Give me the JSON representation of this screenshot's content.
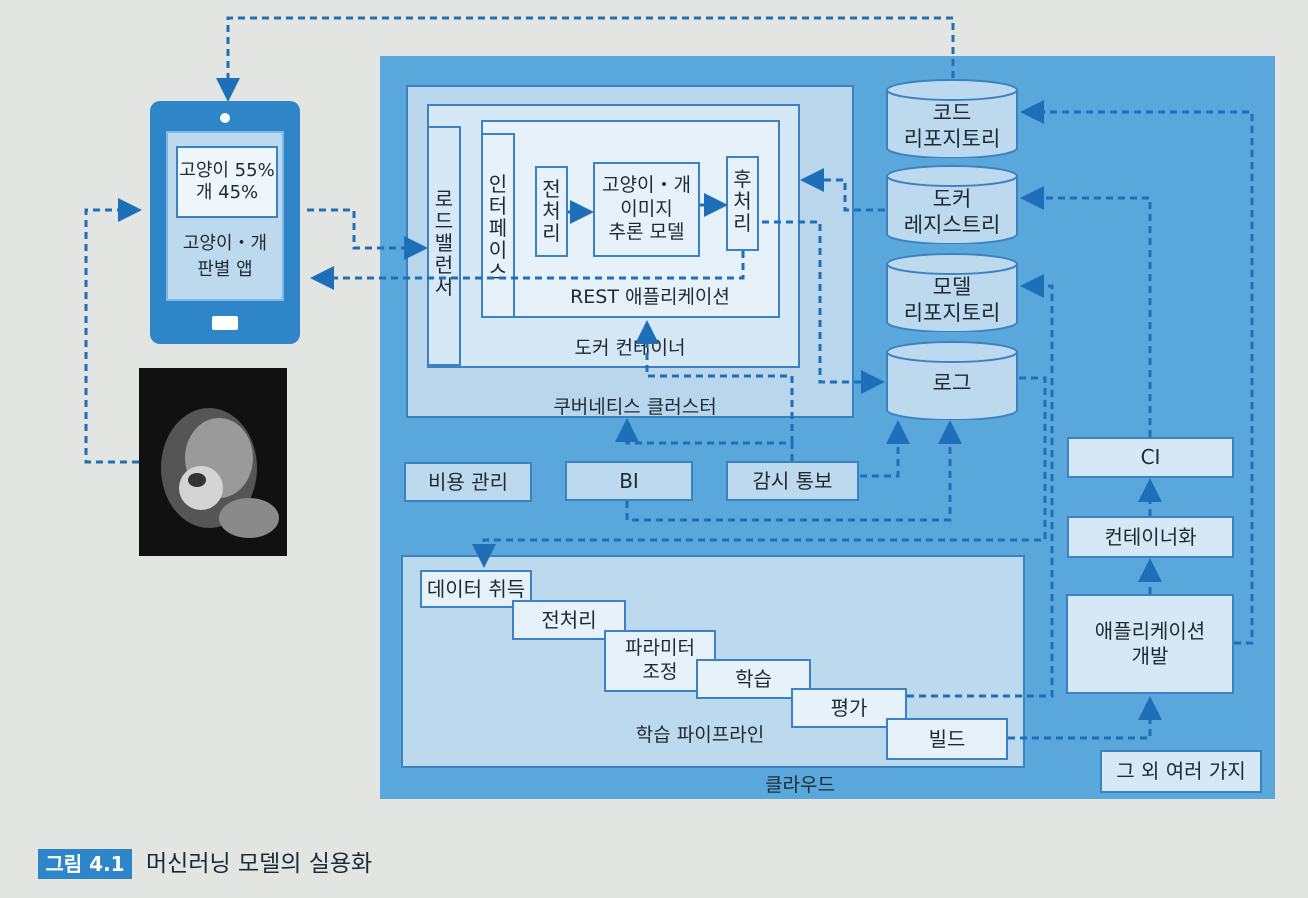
{
  "phone": {
    "screen_result": "고양이 55%\n개 45%",
    "app_name": "고양이・개\n판별 앱"
  },
  "cloud": {
    "label": "클라우드"
  },
  "k8s": {
    "label": "쿠버네티스 클러스터"
  },
  "docker": {
    "label": "도커 컨테이너"
  },
  "rest": {
    "label": "REST 애플리케이션"
  },
  "load_balancer": [
    "로",
    "드",
    "밸",
    "런",
    "서"
  ],
  "interface": [
    "인",
    "터",
    "페",
    "이",
    "스"
  ],
  "preprocess": [
    "전",
    "처",
    "리"
  ],
  "postprocess": [
    "후",
    "처",
    "리"
  ],
  "model_infer": "고양이・개\n이미지\n추론 모델",
  "repos": {
    "code": "코드\n리포지토리",
    "docker": "도커\n레지스트리",
    "model": "모델\n리포지토리",
    "log": "로그"
  },
  "ops": {
    "cost": "비용 관리",
    "bi": "BI",
    "monitor": "감시 통보"
  },
  "pipeline": {
    "label": "학습 파이프라인",
    "steps": [
      "데이터 취득",
      "전처리",
      "파라미터\n조정",
      "학습",
      "평가",
      "빌드"
    ]
  },
  "dev": {
    "ci": "CI",
    "containerize": "컨테이너화",
    "app_dev": "애플리케이션\n개발",
    "others": "그 외 여러 가지"
  },
  "caption": {
    "badge": "그림 4.1",
    "text": "머신러닝 모델의 실용화"
  },
  "colors": {
    "accent": "#2e86c9",
    "cloud_bg": "#5aa7db",
    "panel_bg": "#bcd9ee",
    "arrow": "#1f6fb8"
  }
}
